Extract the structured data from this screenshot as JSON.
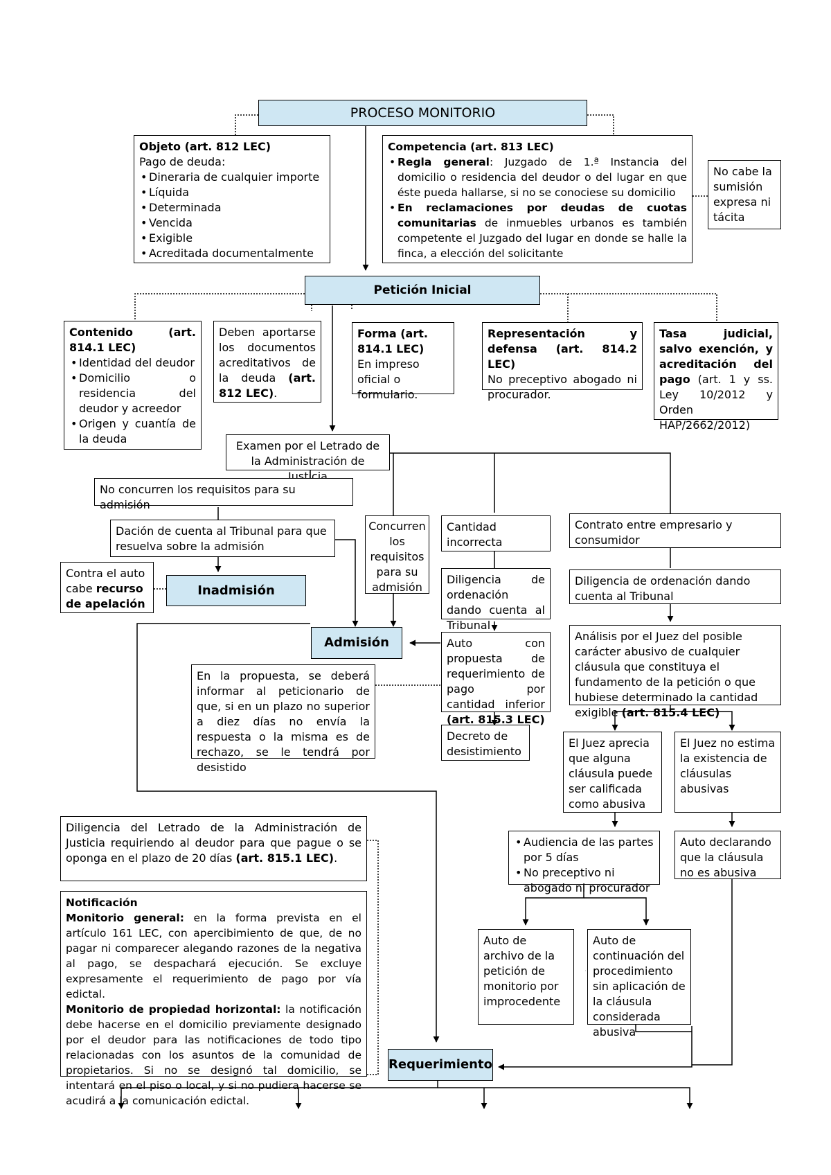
{
  "title": "PROCESO MONITORIO",
  "objeto": {
    "heading": "Objeto (art. 812 LEC)",
    "intro": "Pago de deuda:",
    "items": [
      "Dineraria de cualquier importe",
      "Líquida",
      "Determinada",
      "Vencida",
      "Exigible",
      "Acreditada documentalmente"
    ]
  },
  "competencia": {
    "heading": "Competencia (art. 813 LEC)",
    "rule1_bold": "Regla general",
    "rule1_text": ": Juzgado de 1.ª Instancia del domicilio o residencia del deudor o del lugar en que éste pueda hallarse, si no se conociese su domicilio",
    "rule2_bold": "En reclamaciones por deudas de cuotas comunitarias",
    "rule2_text": " de inmuebles urbanos es también competente el Juzgado del lugar en donde se halle la finca, a elección del solicitante"
  },
  "no_sumision": "No cabe la sumisión expresa ni tácita",
  "peticion_inicial": "Petición Inicial",
  "contenido": {
    "heading": "Contenido (art. 814.1 LEC)",
    "items": [
      "Identidad del deudor",
      "Domicilio o residencia del deudor y acreedor",
      "Origen y cuantía de la deuda"
    ]
  },
  "documentos": {
    "text": "Deben aportarse los documentos acreditativos de la deuda ",
    "bold": "(art. 812 LEC)",
    "end": "."
  },
  "forma": {
    "heading": "Forma (art. 814.1 LEC)",
    "text": "En impreso oficial o formulario."
  },
  "representacion": {
    "heading": "Representación y defensa (art. 814.2 LEC)",
    "text": "No preceptivo abogado ni procurador."
  },
  "tasa": {
    "heading": "Tasa judicial, salvo exención, y acreditación del pago",
    "text": "(art. 1 y ss. Ley 10/2012 y Orden HAP/2662/2012)"
  },
  "examen": "Examen por el Letrado de la Administración de Justicia",
  "no_concurren": "No concurren los requisitos para su admisión",
  "dacion": "Dación de cuenta al Tribunal para que resuelva sobre la admisión",
  "contra_auto": {
    "text": "Contra el auto cabe ",
    "bold": "recurso de apelación"
  },
  "inadmision": "Inadmisión",
  "concurren": "Concurren los requisitos para su admisión",
  "cantidad_incorrecta": "Cantidad incorrecta",
  "diligencia_ordenacion_1": "Diligencia de ordenación dando cuenta al Tribunal",
  "contrato": "Contrato entre empresario y consumidor",
  "diligencia_ordenacion_2": "Diligencia de ordenación dando cuenta al Tribunal",
  "admision": "Admisión",
  "auto_propuesta": {
    "text": "Auto con propuesta de requerimiento de pago por cantidad inferior ",
    "bold": "(art. 815.3 LEC)"
  },
  "propuesta_nota": "En la propuesta, se deberá informar al peticionario de que, si en un plazo no superior a diez días no envía la respuesta o la misma es de rechazo, se le tendrá por desistido",
  "decreto": "Decreto de desistimiento",
  "analisis": {
    "text": "Análisis por el Juez del posible carácter abusivo de cualquier cláusula que constituya el fundamento de la petición o que hubiese determinado la cantidad exigible ",
    "bold": "(art. 815.4 LEC)"
  },
  "juez_aprecia": "El Juez aprecia que alguna cláusula puede ser calificada como abusiva",
  "juez_no_estima": "El Juez no estima la existencia de cláusulas abusivas",
  "audiencia": {
    "items": [
      "Audiencia de las partes por 5 días",
      "No preceptivo ni abogado ni procurador"
    ]
  },
  "auto_no_abusiva": "Auto declarando que la cláusula no es abusiva",
  "auto_archivo": "Auto de archivo de la petición de monitorio por improcedente",
  "auto_continuacion": "Auto de continuación del procedimiento sin aplicación de la cláusula considerada abusiva",
  "diligencia_letrado": {
    "text": "Diligencia del Letrado de la Administración de Justicia requiriendo al deudor para que pague o se oponga en el plazo de 20 días ",
    "bold": "(art. 815.1 LEC)",
    "end": "."
  },
  "notificacion": {
    "heading": "Notificación",
    "general_bold": "Monitorio general:",
    "general_text": " en la forma prevista en el artículo 161 LEC, con apercibimiento de que, de no pagar ni comparecer alegando razones de la negativa al pago, se despachará ejecución. Se excluye expresamente el requerimiento de pago por vía edictal.",
    "horizontal_bold": "Monitorio de propiedad horizontal:",
    "horizontal_text": " la notificación debe hacerse en el domicilio previamente designado por el deudor para las notificaciones de todo tipo relacionadas con los asuntos de la comunidad de propietarios. Si no se designó tal domicilio, se intentará en el piso o local, y si no pudiera hacerse se acudirá a la comunicación edictal."
  },
  "requerimiento": "Requerimiento"
}
